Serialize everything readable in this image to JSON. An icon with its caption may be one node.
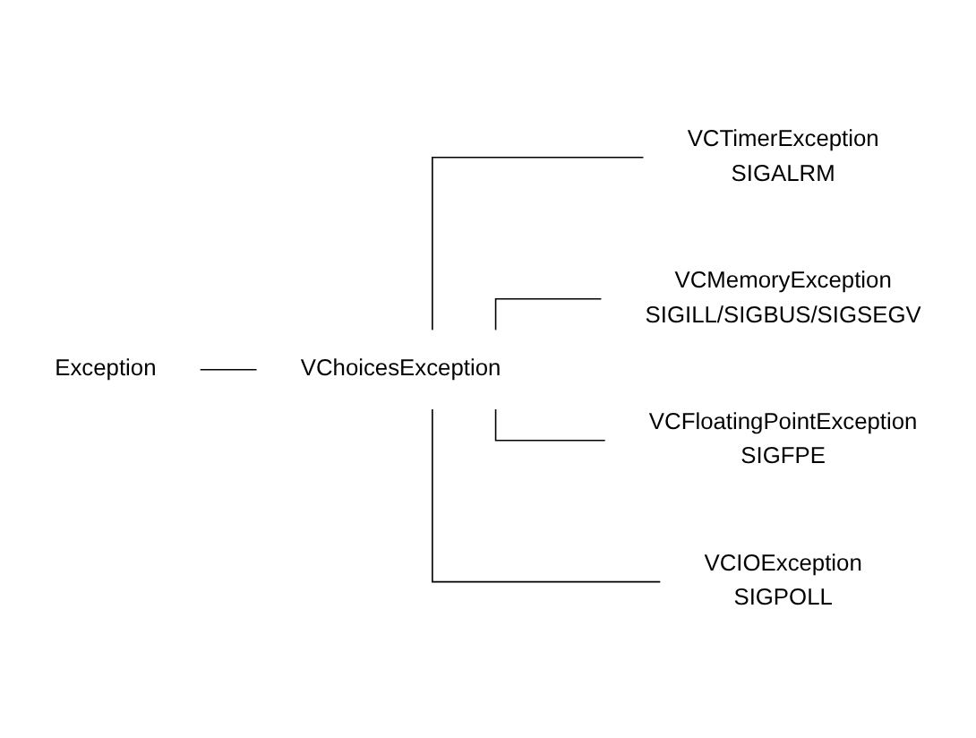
{
  "diagram": {
    "nodes": [
      {
        "text": [
          "Exception"
        ]
      },
      {
        "text": [
          "VChoicesException"
        ]
      },
      {
        "text": [
          "VCTimerException",
          "SIGALRM"
        ]
      },
      {
        "text": [
          "VCMemoryException",
          "SIGILL/SIGBUS/SIGSEGV"
        ]
      },
      {
        "text": [
          "VCFloatingPointException",
          "SIGFPE"
        ]
      },
      {
        "text": [
          "VCIOException",
          "SIGPOLL"
        ]
      }
    ],
    "edges": [
      {
        "from": 0,
        "to": 1,
        "arrow": "none"
      },
      {
        "from": 1,
        "to": 2,
        "arrow": "none"
      },
      {
        "from": 1,
        "to": 3,
        "arrow": "none"
      },
      {
        "from": 1,
        "to": 4,
        "arrow": "none"
      },
      {
        "from": 1,
        "to": 5,
        "arrow": "none"
      }
    ]
  }
}
